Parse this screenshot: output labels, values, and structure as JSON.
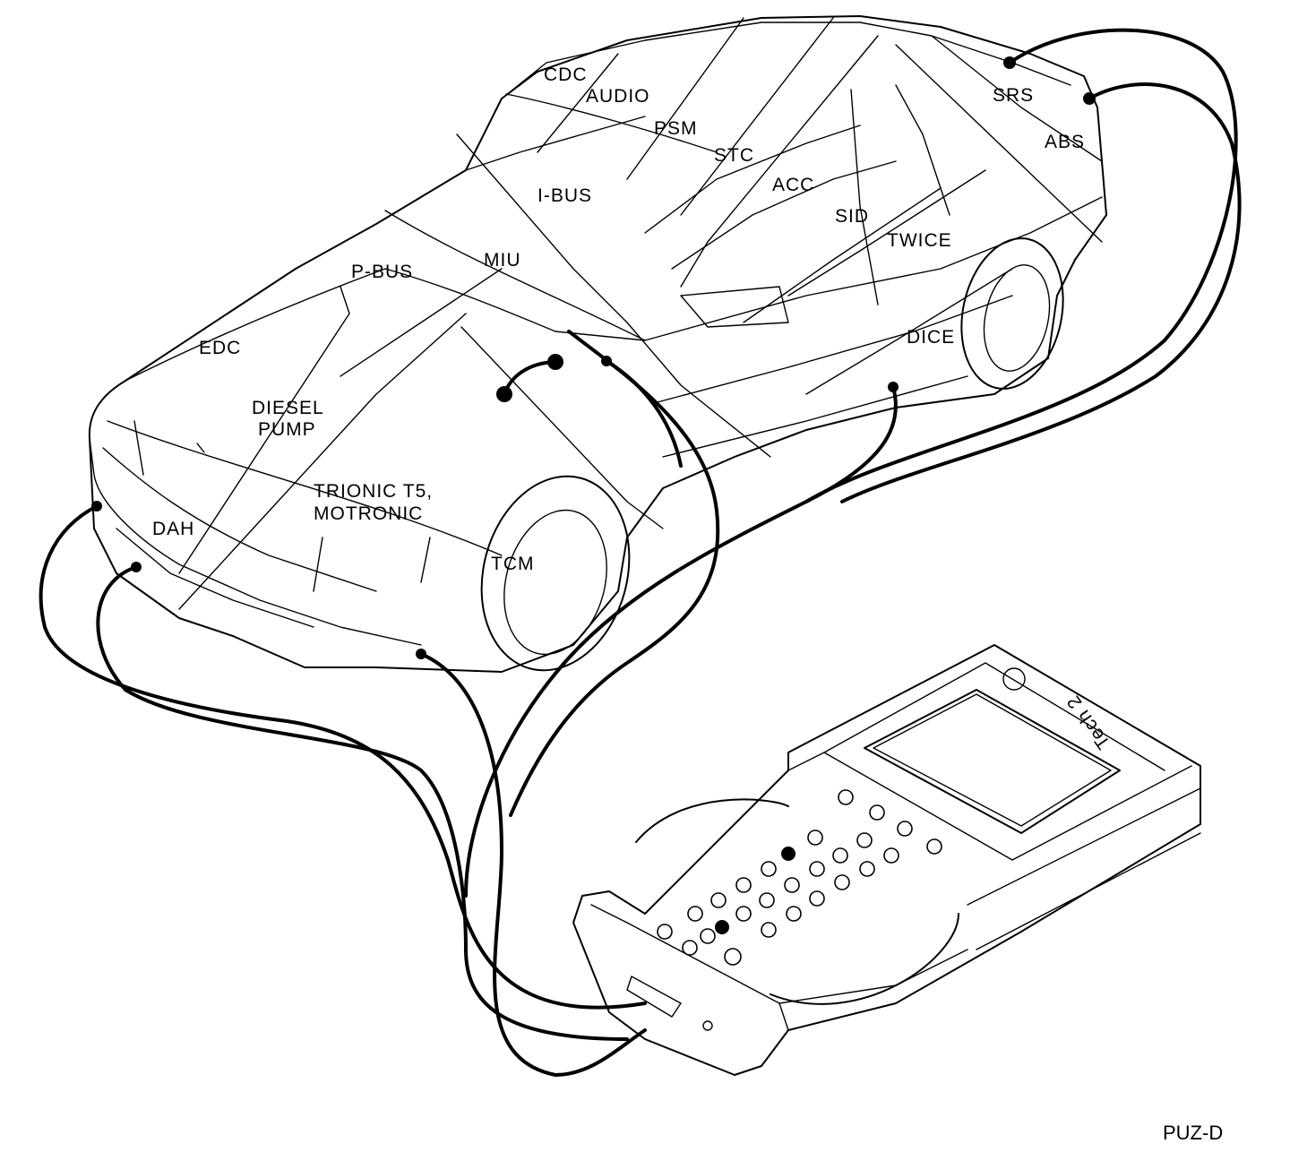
{
  "diagram": {
    "figure_code": "PUZ-D",
    "modules": [
      {
        "id": "cdc",
        "label": "CDC"
      },
      {
        "id": "audio",
        "label": "AUDIO"
      },
      {
        "id": "psm",
        "label": "PSM"
      },
      {
        "id": "stc",
        "label": "STC"
      },
      {
        "id": "srs",
        "label": "SRS"
      },
      {
        "id": "abs",
        "label": "ABS"
      },
      {
        "id": "ibus",
        "label": "I-BUS"
      },
      {
        "id": "acc",
        "label": "ACC"
      },
      {
        "id": "sid",
        "label": "SID"
      },
      {
        "id": "twice",
        "label": "TWICE"
      },
      {
        "id": "miu",
        "label": "MIU"
      },
      {
        "id": "pbus",
        "label": "P-BUS"
      },
      {
        "id": "edc",
        "label": "EDC"
      },
      {
        "id": "dice",
        "label": "DICE"
      },
      {
        "id": "diesel1",
        "label": "DIESEL"
      },
      {
        "id": "diesel2",
        "label": "PUMP"
      },
      {
        "id": "trionic1",
        "label": "TRIONIC T5,"
      },
      {
        "id": "trionic2",
        "label": "MOTRONIC"
      },
      {
        "id": "dah",
        "label": "DAH"
      },
      {
        "id": "tcm",
        "label": "TCM"
      }
    ],
    "tester_brand": "Tech 2"
  }
}
